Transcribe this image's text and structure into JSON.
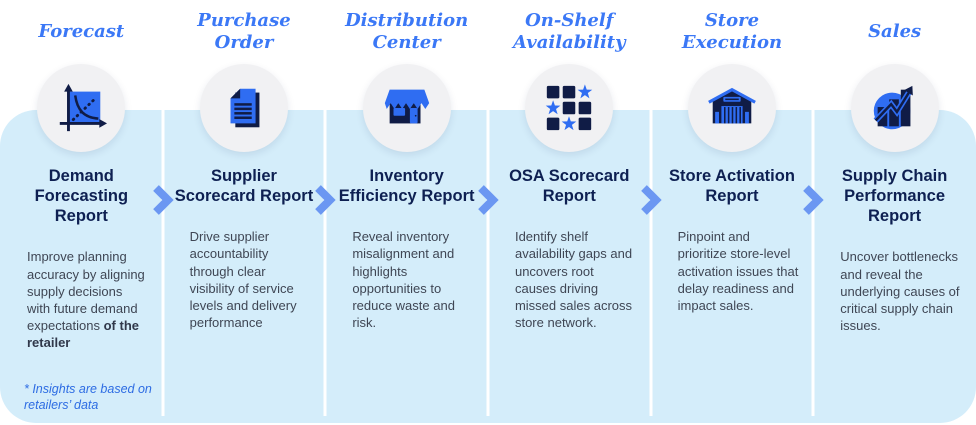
{
  "palette": {
    "card_background": "#d4edfa",
    "stage_header_blue": "#3b78f6",
    "report_title_navy": "#0e2052",
    "description_gray": "#3f4654",
    "footnote_blue": "#2d6ce3",
    "chevron_blue": "#6b97f2",
    "icon_blue": "#2f6df2",
    "icon_navy": "#101c46",
    "icon_circle_gray": "#f1f1f3"
  },
  "columns": [
    {
      "stage": "Forecast",
      "icon": "forecast-axes-chart-icon",
      "title": "Demand Forecasting Report",
      "description": "Improve planning accuracy by aligning supply decisions with future demand expectations ",
      "description_bold": "of the retailer",
      "footnote": "* Insights are based on retailers’ data"
    },
    {
      "stage": "Purchase Order",
      "icon": "purchase-order-document-icon",
      "title": "Supplier Scorecard Report",
      "description": "Drive supplier accountability through clear visibility of service levels and delivery performance",
      "description_bold": ""
    },
    {
      "stage": "Distribution Center",
      "icon": "distribution-center-store-icon",
      "title": "Inventory Efficiency Report",
      "description": "Reveal inventory misalignment and highlights opportunities to reduce waste and risk.",
      "description_bold": ""
    },
    {
      "stage": "On-Shelf Availability",
      "icon": "osa-shelf-grid-icon",
      "title": "OSA Scorecard Report",
      "description": "Identify shelf availability gaps and uncovers root causes driving missed sales across store network.",
      "description_bold": ""
    },
    {
      "stage": "Store Execution",
      "icon": "store-warehouse-icon",
      "title": "Store Activation Report",
      "description": "Pinpoint and prioritize store-level activation issues that delay readiness and impact sales.",
      "description_bold": ""
    },
    {
      "stage": "Sales",
      "icon": "sales-growth-chart-icon",
      "title": "Supply Chain Performance Report",
      "description": "Uncover bottlenecks and reveal the underlying causes of critical supply chain issues.",
      "description_bold": ""
    }
  ]
}
